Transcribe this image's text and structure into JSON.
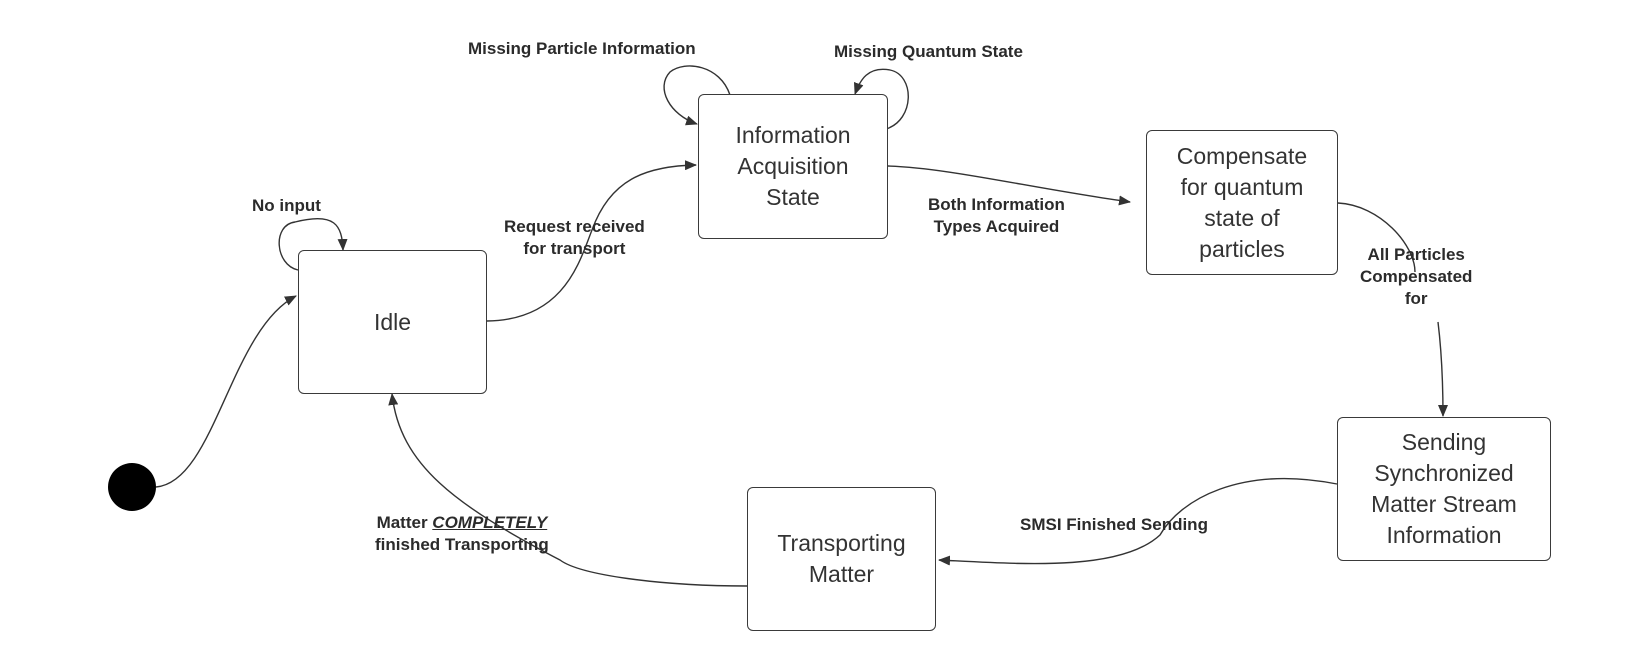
{
  "colors": {
    "line": "#333333",
    "box_border": "#3a3a3a",
    "initial": "#000000",
    "text": "#2b2b2b"
  },
  "states": {
    "idle": "Idle",
    "info_acquisition": [
      "Information",
      "Acquisition",
      "State"
    ],
    "compensate": [
      "Compensate",
      "for quantum",
      "state of",
      "particles"
    ],
    "sending": [
      "Sending",
      "Synchronized",
      "Matter Stream",
      "Information"
    ],
    "transporting": [
      "Transporting",
      "Matter"
    ]
  },
  "transitions": {
    "no_input": "No input",
    "request_line1": "Request received",
    "request_line2": "for transport",
    "missing_particle": "Missing Particle Information",
    "missing_quantum": "Missing Quantum State",
    "both_line1": "Both Information",
    "both_line2": "Types Acquired",
    "all_line1": "All Particles",
    "all_line2": "Compensated",
    "all_line3": "for",
    "smsi": "SMSI Finished Sending",
    "matter_pre": "Matter ",
    "matter_emph": "COMPLETELY",
    "matter_line2": "finished Transporting"
  }
}
